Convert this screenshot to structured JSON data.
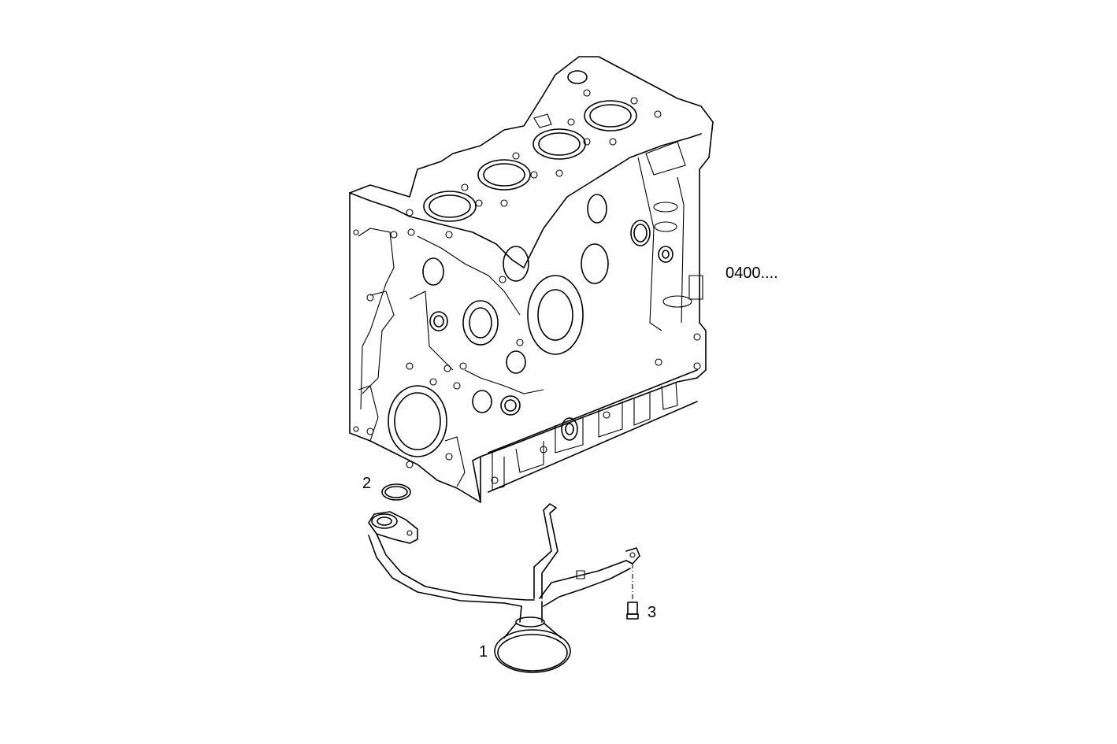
{
  "diagram": {
    "assembly_ref": "0400....",
    "callouts": [
      {
        "number": "1",
        "part": "oil-suction-pipe"
      },
      {
        "number": "2",
        "part": "o-ring-seal"
      },
      {
        "number": "3",
        "part": "screw"
      }
    ]
  }
}
